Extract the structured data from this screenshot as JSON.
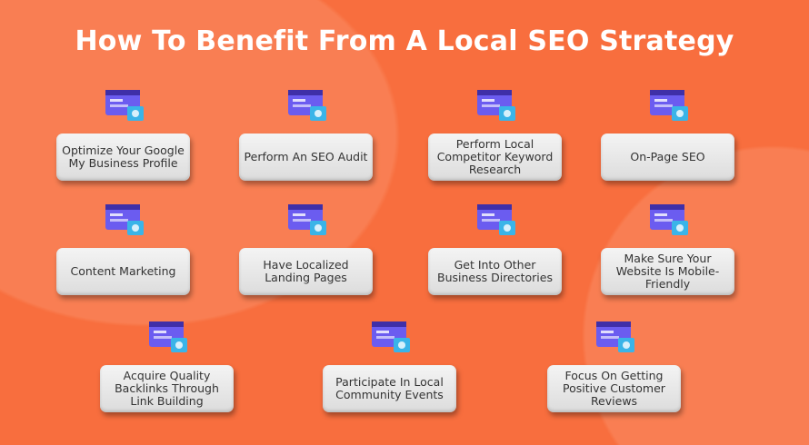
{
  "title": "How To Benefit From A Local SEO Strategy",
  "items": [
    {
      "label": "Optimize Your Google My Business Profile",
      "icon": "ads-video-icon"
    },
    {
      "label": "Perform An SEO Audit",
      "icon": "seo-analytics-icon"
    },
    {
      "label": "Perform Local Competitor Keyword Research",
      "icon": "keyword-research-icon"
    },
    {
      "label": "On-Page SEO",
      "icon": "webpage-settings-icon"
    },
    {
      "label": "Content Marketing",
      "icon": "content-marketing-icon"
    },
    {
      "label": "Have Localized Landing Pages",
      "icon": "landing-page-icon"
    },
    {
      "label": "Get Into Other Business Directories",
      "icon": "megaphone-icon"
    },
    {
      "label": "Make Sure Your Website Is Mobile-Friendly",
      "icon": "mobile-phone-icon"
    },
    {
      "label": "Acquire Quality Backlinks Through Link Building",
      "icon": "link-building-icon"
    },
    {
      "label": "Participate In Local Community Events",
      "icon": "community-network-icon"
    },
    {
      "label": "Focus On Getting Positive Customer Reviews",
      "icon": "review-clipboard-icon"
    }
  ],
  "colors": {
    "background": "#f86e3e",
    "card": "#e8e8e8",
    "icon_purple": "#6b5cf0",
    "icon_blue": "#3ab4e8"
  }
}
